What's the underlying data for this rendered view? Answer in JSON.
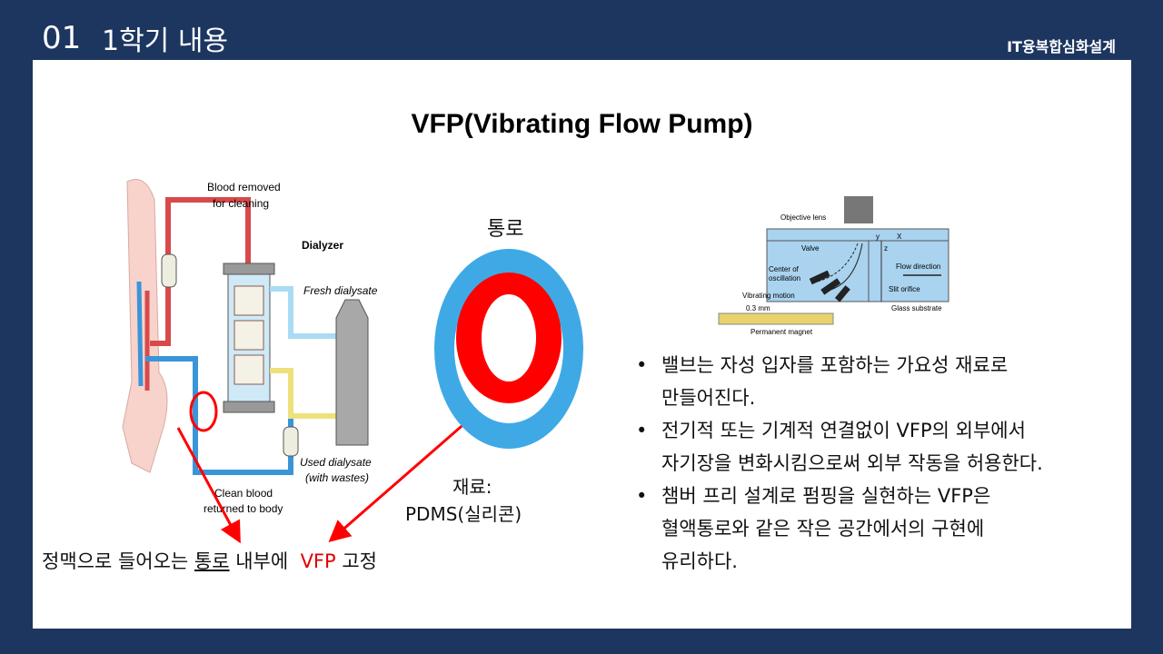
{
  "header": {
    "number": "01",
    "section": "1학기 내용",
    "course": "IT융복합심화설계"
  },
  "slide": {
    "title": "VFP(Vibrating Flow Pump)",
    "dialysis": {
      "blood_removed": "Blood removed",
      "for_cleaning": "for cleaning",
      "dialyzer": "Dialyzer",
      "fresh": "Fresh dialysate",
      "used": "Used dialysate",
      "with_wastes": "(with wastes)",
      "clean_blood": "Clean blood",
      "returned": "returned to body"
    },
    "channel_label": "통로",
    "material_label": "재료:",
    "material_value": "PDMS(실리콘)",
    "vfp_diagram": {
      "objective_lens": "Objective lens",
      "valve": "Valve",
      "center": "Center of",
      "oscillation": "oscillation",
      "vibrating": "Vibrating motion",
      "dist": "0.3 mm",
      "magnet": "Permanent magnet",
      "flow": "Flow direction",
      "slit": "Slit orifice",
      "glass": "Glass substrate",
      "x": "X",
      "y": "y",
      "z": "z"
    },
    "bullets": [
      {
        "line1": "밸브는 자성 입자를 포함하는 가요성 재료로",
        "line2": "만들어진다."
      },
      {
        "line1": "전기적 또는 기계적 연결없이 VFP의 외부에서",
        "line2": "자기장을 변화시킴으로써 외부 작동을 허용한다."
      },
      {
        "line1": "챔버 프리 설계로 펌핑을 실현하는 VFP은",
        "line2": "혈액통로와 같은 작은 공간에서의 구현에",
        "line3": "유리하다."
      }
    ],
    "caption": {
      "part1": "정맥으로 들어오는 ",
      "underlined": "통로",
      "part2": " 내부에  ",
      "highlight": "VFP",
      "part3": " 고정"
    }
  },
  "colors": {
    "background": "#1c3660",
    "accent_red": "#ff0000",
    "ring_blue": "#3fa9e6"
  }
}
